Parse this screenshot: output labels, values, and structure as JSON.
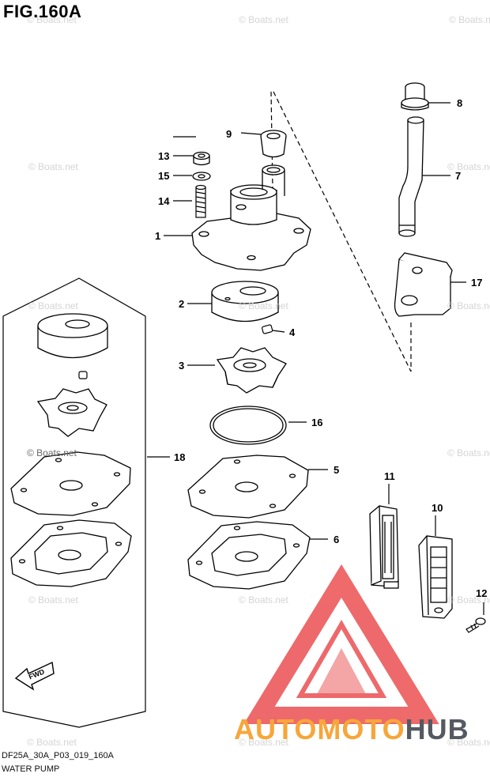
{
  "figure": {
    "title": "FIG.160A",
    "code": "DF25A_30A_P03_019_160A",
    "name": "WATER PUMP"
  },
  "callouts": {
    "c1": "1",
    "c2": "2",
    "c3": "3",
    "c4": "4",
    "c5": "5",
    "c6": "6",
    "c7": "7",
    "c8": "8",
    "c9": "9",
    "c10": "10",
    "c11": "11",
    "c12": "12",
    "c13": "13",
    "c14": "14",
    "c15": "15",
    "c16": "16",
    "c17": "17",
    "c18": "18"
  },
  "fwd_label": "FWD",
  "watermark_text": "© Boats.net",
  "brand": {
    "part1": "AUTOMOTO",
    "part2": "HUB",
    "color1": "#f7a63a",
    "color2": "#555a62"
  },
  "colors": {
    "line": "#000000",
    "logo_red": "#e8383a"
  }
}
